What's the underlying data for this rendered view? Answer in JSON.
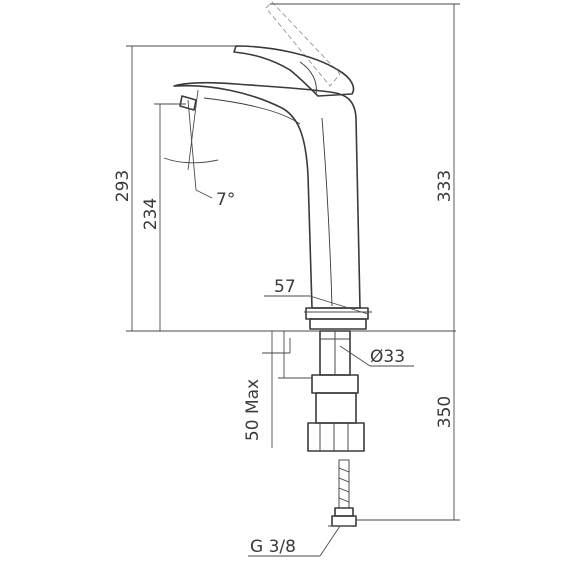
{
  "dimensions": {
    "total_height": "333",
    "body_height": "293",
    "spout_height": "234",
    "spout_reach": "57",
    "spout_angle": "7°",
    "shank_diameter": "Ø33",
    "deck_thickness_max": "50 Max",
    "shank_length": "350",
    "thread": "G 3/8"
  },
  "colors": {
    "line": "#3a3a3a",
    "background": "#ffffff"
  }
}
